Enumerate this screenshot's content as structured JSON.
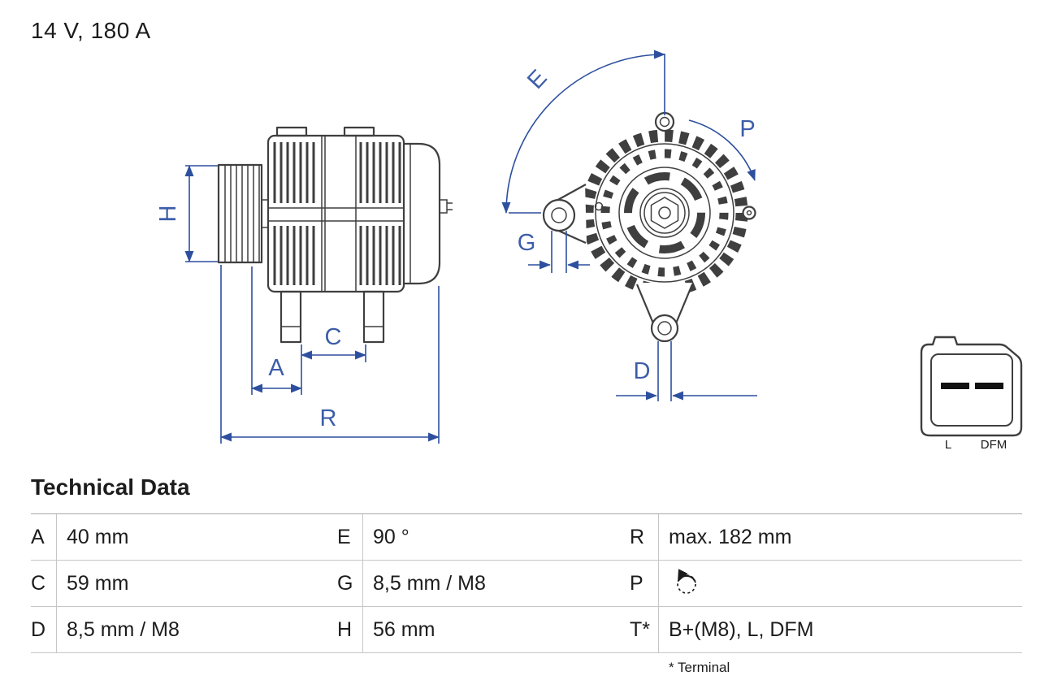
{
  "page": {
    "title": "14 V, 180 A"
  },
  "drawing": {
    "dimension_labels": {
      "h": "H",
      "a": "A",
      "c": "C",
      "r": "R",
      "e": "E",
      "g": "G",
      "p": "P",
      "d": "D"
    },
    "connector": {
      "left_label": "L",
      "right_label": "DFM"
    }
  },
  "technical_data": {
    "heading": "Technical Data",
    "rows": [
      {
        "cells": [
          {
            "k": "A",
            "v": "40 mm"
          },
          {
            "k": "E",
            "v": "90 °"
          },
          {
            "k": "R",
            "v": "max. 182 mm"
          }
        ]
      },
      {
        "cells": [
          {
            "k": "C",
            "v": "59 mm"
          },
          {
            "k": "G",
            "v": "8,5 mm / M8"
          },
          {
            "k": "P",
            "v": ""
          }
        ]
      },
      {
        "cells": [
          {
            "k": "D",
            "v": "8,5 mm / M8"
          },
          {
            "k": "H",
            "v": "56 mm"
          },
          {
            "k": "T*",
            "v": "B+(M8), L, DFM"
          }
        ]
      }
    ],
    "p_icon_name": "rotation-ccw-icon",
    "footnote": "* Terminal"
  },
  "colors": {
    "dimension_blue": "#2d4f9e",
    "outline_dark": "#3f3f3f",
    "text": "#1c1c1c",
    "table_border": "#c6c6c6"
  }
}
